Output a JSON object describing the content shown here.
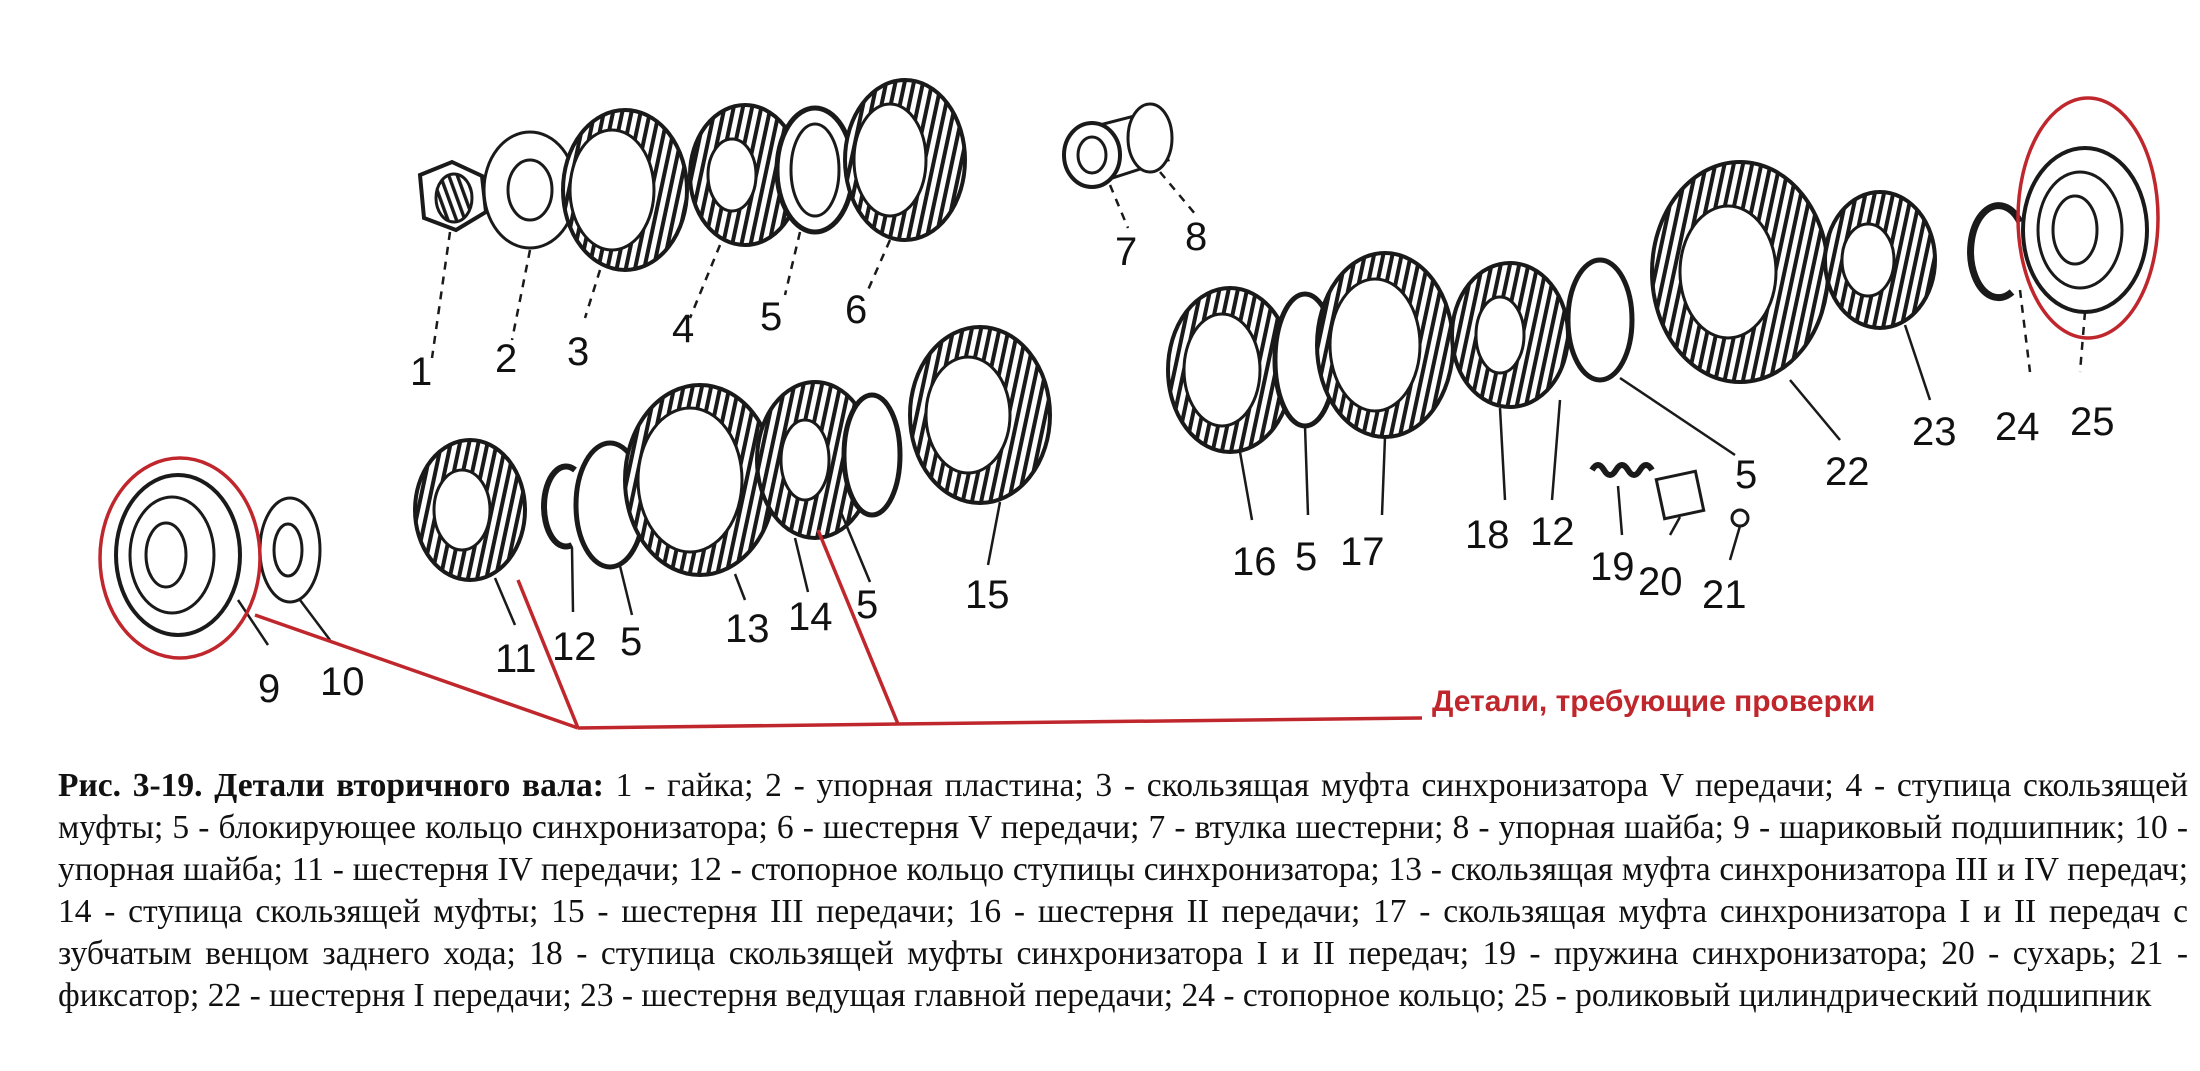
{
  "figure": {
    "part_numbers": [
      "1",
      "2",
      "3",
      "4",
      "5",
      "6",
      "7",
      "8",
      "5",
      "22",
      "23",
      "24",
      "25",
      "16",
      "5",
      "17",
      "18",
      "12",
      "19",
      "20",
      "21",
      "9",
      "10",
      "11",
      "12",
      "5",
      "13",
      "14",
      "5",
      "15"
    ],
    "annotation_label": "Детали, требующие проверки",
    "annotation_color": "#c0272d"
  },
  "caption": {
    "title": "Рис. 3-19. Детали вторичного вала:",
    "text": " 1 - гайка; 2 - упорная пластина; 3 - скользящая муфта синхронизатора V передачи; 4 - ступица скользящей муфты; 5 - блокирующее кольцо синхронизатора; 6 - шестерня V передачи; 7 - втулка шестерни; 8 - упорная шайба; 9 - шариковый подшипник; 10 - упорная шайба; 11 - шестерня IV передачи; 12 - стопорное кольцо ступицы синхронизатора; 13 - скользящая муфта синхронизатора III и IV передач; 14 - ступица скользящей муфты; 15 - шестерня III передачи; 16 - шестерня II передачи; 17 - скользящая муфта синхронизатора I и II передач с зубчатым венцом заднего хода; 18 - ступица скользящей муфты синхронизатора I и II передач; 19 - пружина синхронизатора; 20 - сухарь; 21 - фиксатор; 22 - шестерня I передачи; 23 - шестерня ведущая главной передачи; 24 - стопорное кольцо; 25 - роликовый цилиндрический подшипник"
  }
}
